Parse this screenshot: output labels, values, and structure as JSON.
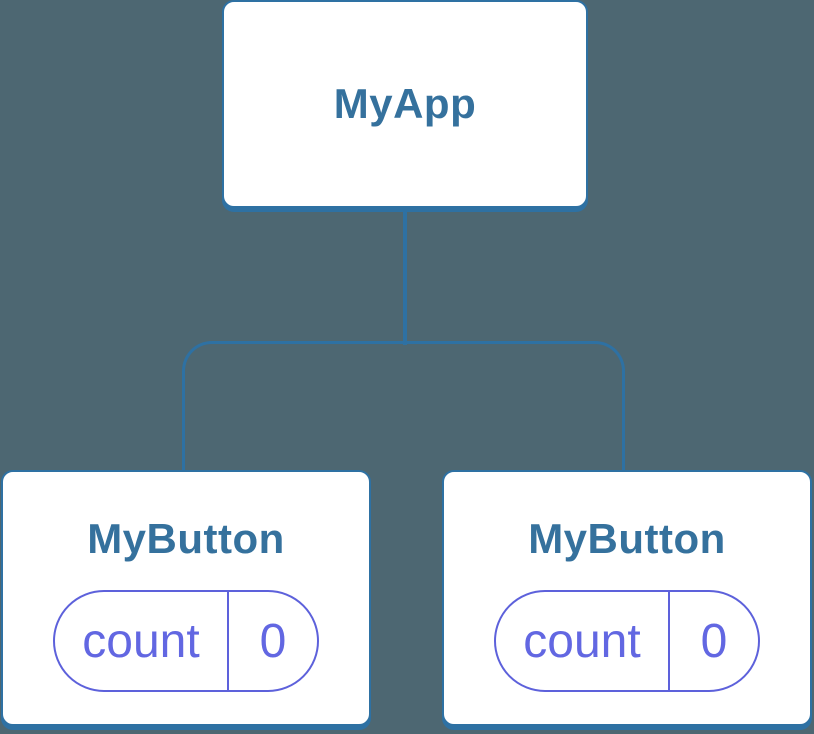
{
  "diagram": {
    "type": "component-tree",
    "colors": {
      "background": "#4D6772",
      "lineBlue": "#2E71A3",
      "textBlue": "#35719D",
      "pillBorder": "#5D61DB",
      "pillText": "#6267E2",
      "nodeFill": "#FFFFFF"
    },
    "root": {
      "label": "MyApp"
    },
    "children": [
      {
        "label": "MyButton",
        "state": {
          "name": "count",
          "value": "0"
        }
      },
      {
        "label": "MyButton",
        "state": {
          "name": "count",
          "value": "0"
        }
      }
    ]
  }
}
